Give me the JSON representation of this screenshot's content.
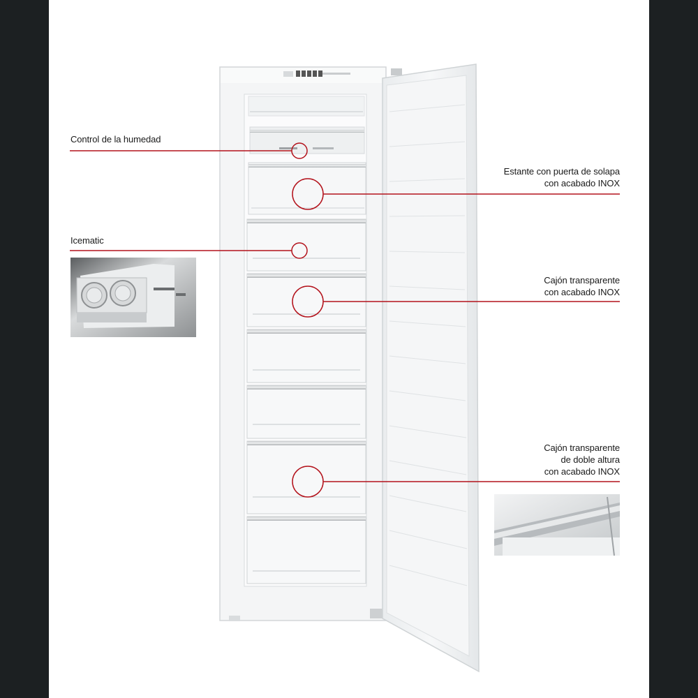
{
  "colors": {
    "background": "#1c2022",
    "sheet": "#ffffff",
    "callout_line": "#b3121b"
  },
  "callouts": {
    "humidity_control": {
      "lines": [
        "Control de la humedad"
      ]
    },
    "flap_shelf": {
      "lines": [
        "Estante con puerta de solapa",
        "con acabado INOX"
      ]
    },
    "icematic": {
      "lines": [
        "Icematic"
      ]
    },
    "transparent_drawer": {
      "lines": [
        "Cajón transparente",
        "con acabado INOX"
      ]
    },
    "double_drawer": {
      "lines": [
        "Cajón transparente",
        "de doble altura",
        "con acabado INOX"
      ]
    }
  },
  "appliance": {
    "type": "built-in upright freezer, door open",
    "drawer_count": 8,
    "display_icon": "digital-display-icon"
  }
}
